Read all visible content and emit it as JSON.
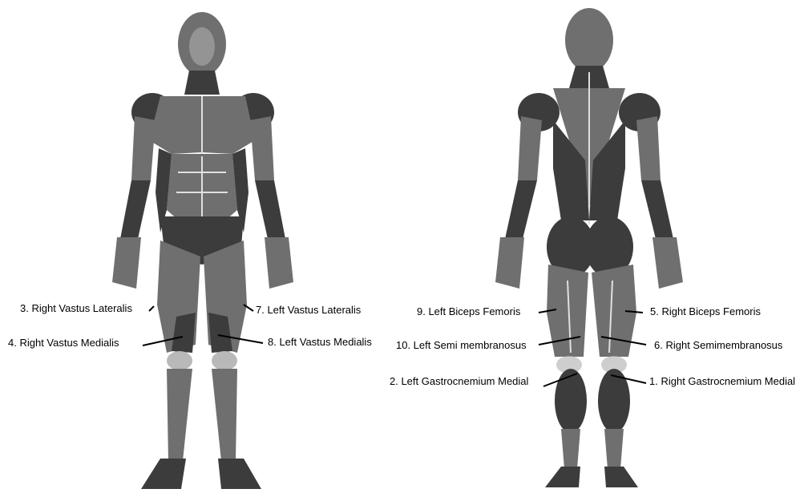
{
  "labels": {
    "l3": "3. Right Vastus Lateralis",
    "l4": "4. Right Vastus Medialis",
    "l7": "7. Left Vastus Lateralis",
    "l8": "8. Left Vastus Medialis",
    "l9": "9. Left Biceps Femoris",
    "l10": "10. Left Semi membranosus",
    "l2": "2. Left Gastrocnemium Medial",
    "l5": "5. Right Biceps Femoris",
    "l6": "6. Right Semimembranosus",
    "l1": "1. Right Gastrocnemium Medial"
  },
  "colors": {
    "muscle_mid": "#6f6f6f",
    "muscle_dark": "#3c3c3c",
    "muscle_light": "#b9b9b9",
    "label_text": "#000000",
    "background": "#ffffff"
  }
}
